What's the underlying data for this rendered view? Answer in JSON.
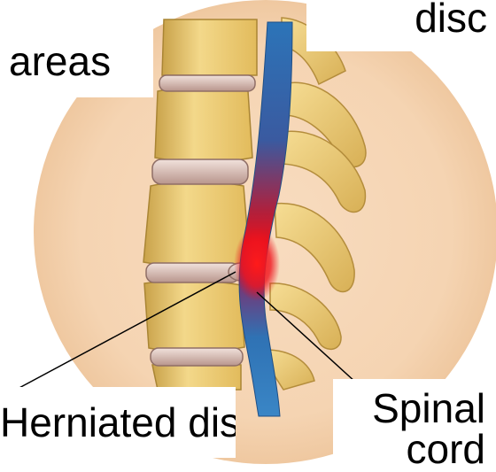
{
  "labels": {
    "areas": "areas",
    "disc": "disc",
    "herniated_disc": "Herniated disc",
    "spinal_line1": "Spinal",
    "spinal_line2": "cord"
  },
  "colors": {
    "background_disk": "#f6d8b6",
    "vertebra": "#efce7a",
    "disc": "#d9b7ad",
    "cord_blue": "#2e6fb0",
    "cord_red": "#e8111c"
  }
}
